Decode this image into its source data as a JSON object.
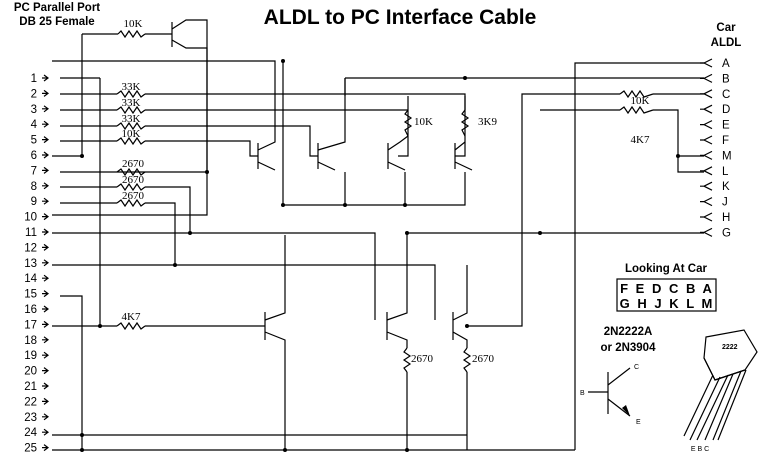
{
  "title": "ALDL to PC Interface Cable",
  "pc_header": [
    "PC Parallel Port",
    "DB 25 Female"
  ],
  "car_header": [
    "Car",
    "ALDL"
  ],
  "pc_pins": [
    "1",
    "2",
    "3",
    "4",
    "5",
    "6",
    "7",
    "8",
    "9",
    "10",
    "11",
    "12",
    "13",
    "14",
    "15",
    "16",
    "17",
    "18",
    "19",
    "20",
    "21",
    "22",
    "23",
    "24",
    "25"
  ],
  "aldl_pins": [
    "A",
    "B",
    "C",
    "D",
    "E",
    "F",
    "M",
    "L",
    "K",
    "J",
    "H",
    "G"
  ],
  "resistors": {
    "top_base": "10K",
    "r2": "33K",
    "r3": "33K",
    "r4": "33K",
    "r5": "10K",
    "r7": "2670",
    "r8": "2670",
    "r9": "2670",
    "pull1": "10K",
    "pull2": "3K9",
    "d_series": "10K",
    "e_series": "4K7",
    "r17": "4K7",
    "low1": "2670",
    "low2": "2670"
  },
  "looking_at_car": {
    "title": "Looking At Car",
    "row1": "F E D C B A",
    "row2": "G H J K L M"
  },
  "transistor_types": [
    "2N2222A",
    "or 2N3904"
  ],
  "package_label": "2222",
  "symbol_labels": {
    "collector": "C",
    "base": "B",
    "emitter": "E"
  },
  "lead_labels": "E B C",
  "colors": {
    "ink": "#000000",
    "background": "#ffffff"
  }
}
